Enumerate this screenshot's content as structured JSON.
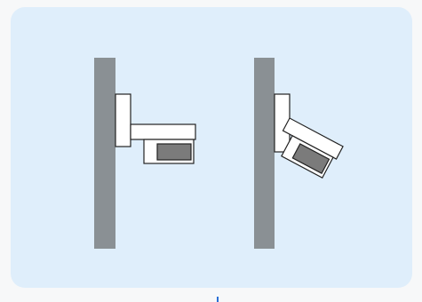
{
  "figure": {
    "items": [
      {
        "id": "camera-level",
        "orientation": "horizontal"
      },
      {
        "id": "camera-tilted",
        "orientation": "tilted-down"
      }
    ]
  },
  "colors": {
    "panel_background": "#dfeefb",
    "wall": "#8a9094",
    "camera_body": "#ffffff",
    "camera_outline": "#222222",
    "lens_window": "#7b7b7b",
    "accent": "#2a6fd6"
  }
}
